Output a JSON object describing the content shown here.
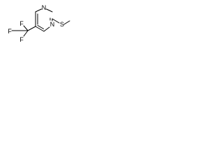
{
  "molecule": {
    "atoms": {
      "n_top": "N",
      "n_mid": "N",
      "s": "S",
      "f_top": "F",
      "f_left": "F",
      "f_bottom": "F"
    }
  }
}
